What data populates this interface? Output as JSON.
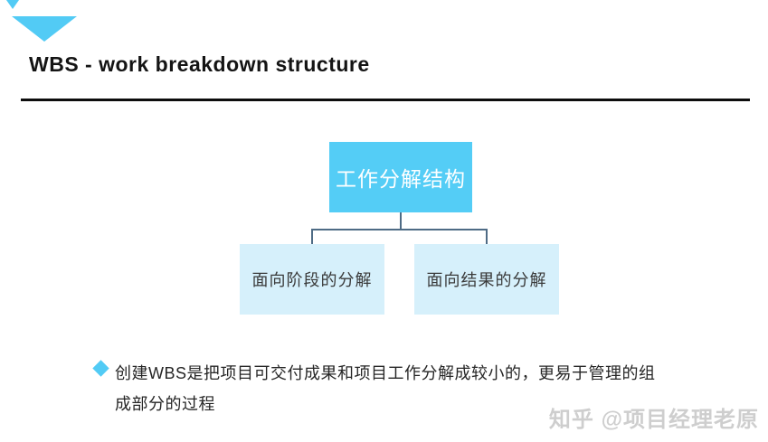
{
  "slide": {
    "title": "WBS - work breakdown structure",
    "decor": {
      "accent_color": "#52cbf5"
    },
    "diagram": {
      "type": "tree",
      "root": {
        "label": "工作分解结构"
      },
      "children": [
        {
          "label": "面向阶段的分解"
        },
        {
          "label": "面向结果的分解"
        }
      ],
      "root_bg": "#54cdf6",
      "child_bg": "#d6f0fb",
      "connector_color": "#4e6b85"
    },
    "bullet": {
      "marker_icon": "diamond-icon",
      "lines": [
        "创建WBS是把项目可交付成果和项目工作分解成较小的，更易于管理的组",
        "成部分的过程"
      ]
    },
    "watermark": "知乎 @项目经理老原"
  }
}
